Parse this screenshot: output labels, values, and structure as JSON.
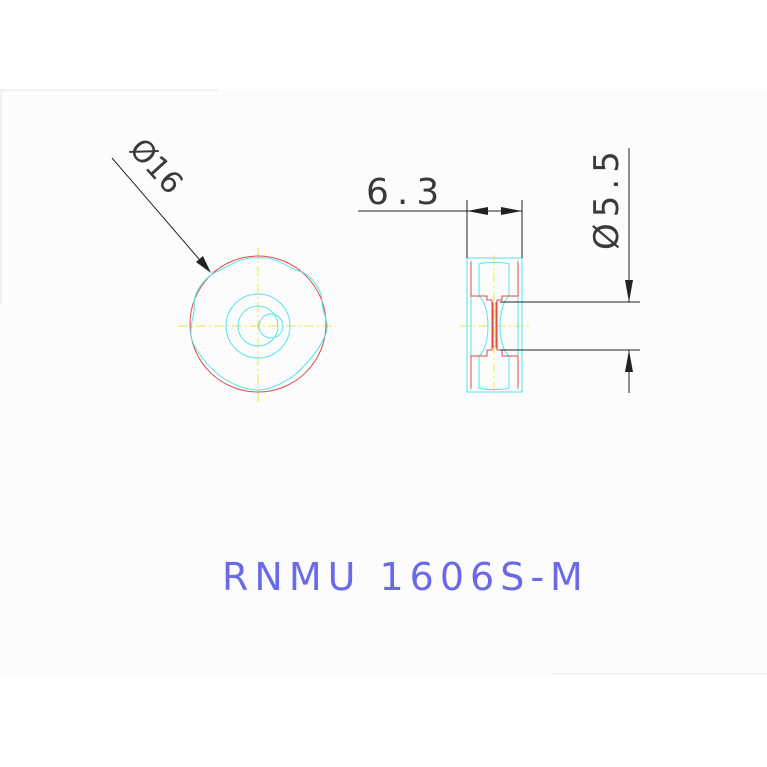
{
  "drawing": {
    "diameter_label": "Ø16",
    "width_label": "6.3",
    "hole_label": "Ø5.5",
    "part_code": "RNMU 1606S-M"
  },
  "colors": {
    "paper": "#fbfcfb",
    "outline": "#e04a4a",
    "contour": "#55e3ef",
    "centerline": "#f2e641",
    "dimension": "#222222",
    "title": "#6a6ae8"
  }
}
